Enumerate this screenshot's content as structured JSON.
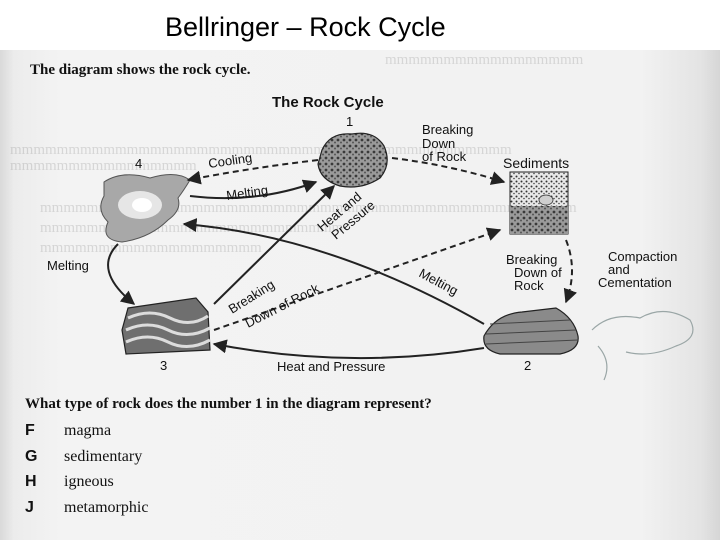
{
  "slide": {
    "title": "Bellringer – Rock Cycle"
  },
  "worksheet": {
    "intro": "The diagram shows the rock cycle.",
    "question": "What type of rock does the number 1 in the diagram represent?",
    "options": [
      {
        "letter": "F",
        "text": "magma"
      },
      {
        "letter": "G",
        "text": "sedimentary"
      },
      {
        "letter": "H",
        "text": "igneous"
      },
      {
        "letter": "J",
        "text": "metamorphic"
      }
    ]
  },
  "diagram": {
    "title": "The Rock Cycle",
    "nodes": [
      {
        "number": "1",
        "label": "Sediments"
      },
      {
        "number": "2"
      },
      {
        "number": "3"
      },
      {
        "number": "4"
      }
    ],
    "arrow_labels": {
      "breaking_down_top": [
        "Breaking",
        "Down",
        "of Rock"
      ],
      "cooling": "Cooling",
      "melting_top": "Melting",
      "heat_pressure_diag": [
        "Heat and",
        "Pressure"
      ],
      "breaking_down_right": [
        "Breaking",
        "Down of",
        "Rock"
      ],
      "compaction": [
        "Compaction",
        "and",
        "Cementation"
      ],
      "melting_left": "Melting",
      "melting_diag": "Melting",
      "breaking_down_diag": [
        "Breaking",
        "Down of Rock"
      ],
      "heat_pressure_bottom": "Heat and Pressure"
    }
  }
}
